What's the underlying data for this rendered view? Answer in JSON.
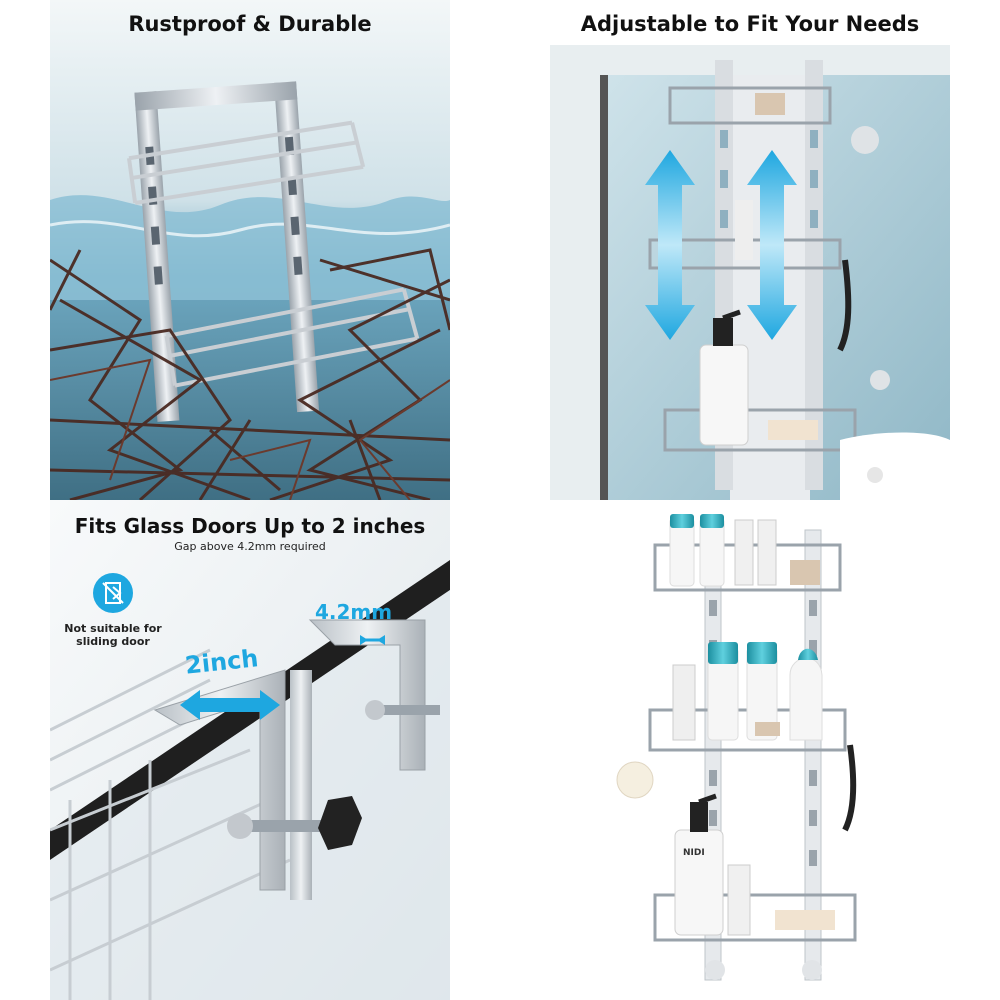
{
  "panels": {
    "rustproof": {
      "title": "Rustproof & Durable"
    },
    "adjustable": {
      "title": "Adjustable to Fit Your Needs"
    },
    "glass_doors": {
      "title": "Fits Glass Doors Up to 2 inches",
      "subtitle": "Gap above 4.2mm required",
      "warning_text": "Not suitable for sliding door",
      "gap_label": "4.2mm",
      "width_label": "2inch"
    },
    "product": {
      "bottle_brand": "NIDI"
    }
  },
  "colors": {
    "accent": "#1ea7e0",
    "water": "#7fb9cf",
    "rust": "#4a2a22",
    "metal": "#c9ced3"
  },
  "icons": [
    "no-sliding-door-icon",
    "double-arrow-icon"
  ]
}
